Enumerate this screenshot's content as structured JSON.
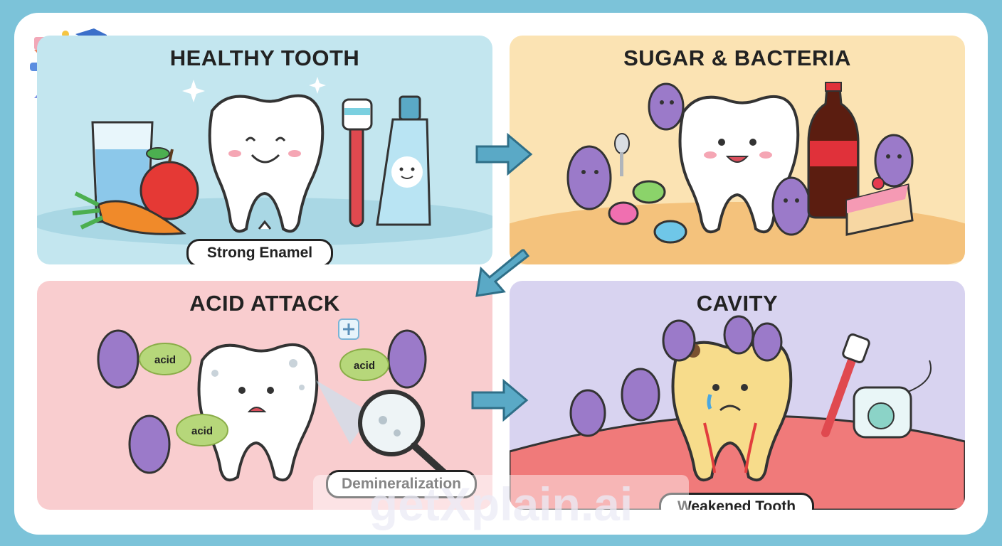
{
  "panels": [
    {
      "title": "HEALTHY TOOTH",
      "caption": "Strong Enamel"
    },
    {
      "title": "SUGAR & BACTERIA",
      "caption": ""
    },
    {
      "title": "ACID ATTACK",
      "caption": "Demineralization",
      "acid_labels": [
        "acid",
        "acid",
        "acid"
      ]
    },
    {
      "title": "CAVITY",
      "caption": "Weakened Tooth"
    }
  ],
  "watermark": "getXplain.ai",
  "colors": {
    "frame": "#7cc3d9",
    "healthy_bg": "#c3e6ef",
    "sugar_bg": "#fbe3b3",
    "acid_bg": "#f9cdcf",
    "cavity_bg": "#d8d3f0",
    "arrow": "#5aa9c6",
    "bacteria": "#9b7ac9"
  },
  "icons": [
    "logo-x-icon",
    "arrow-right-icon",
    "arrow-down-left-icon",
    "tooth-icon",
    "bacteria-icon",
    "toothbrush-icon",
    "toothpaste-icon",
    "magnifier-icon",
    "floss-icon"
  ]
}
